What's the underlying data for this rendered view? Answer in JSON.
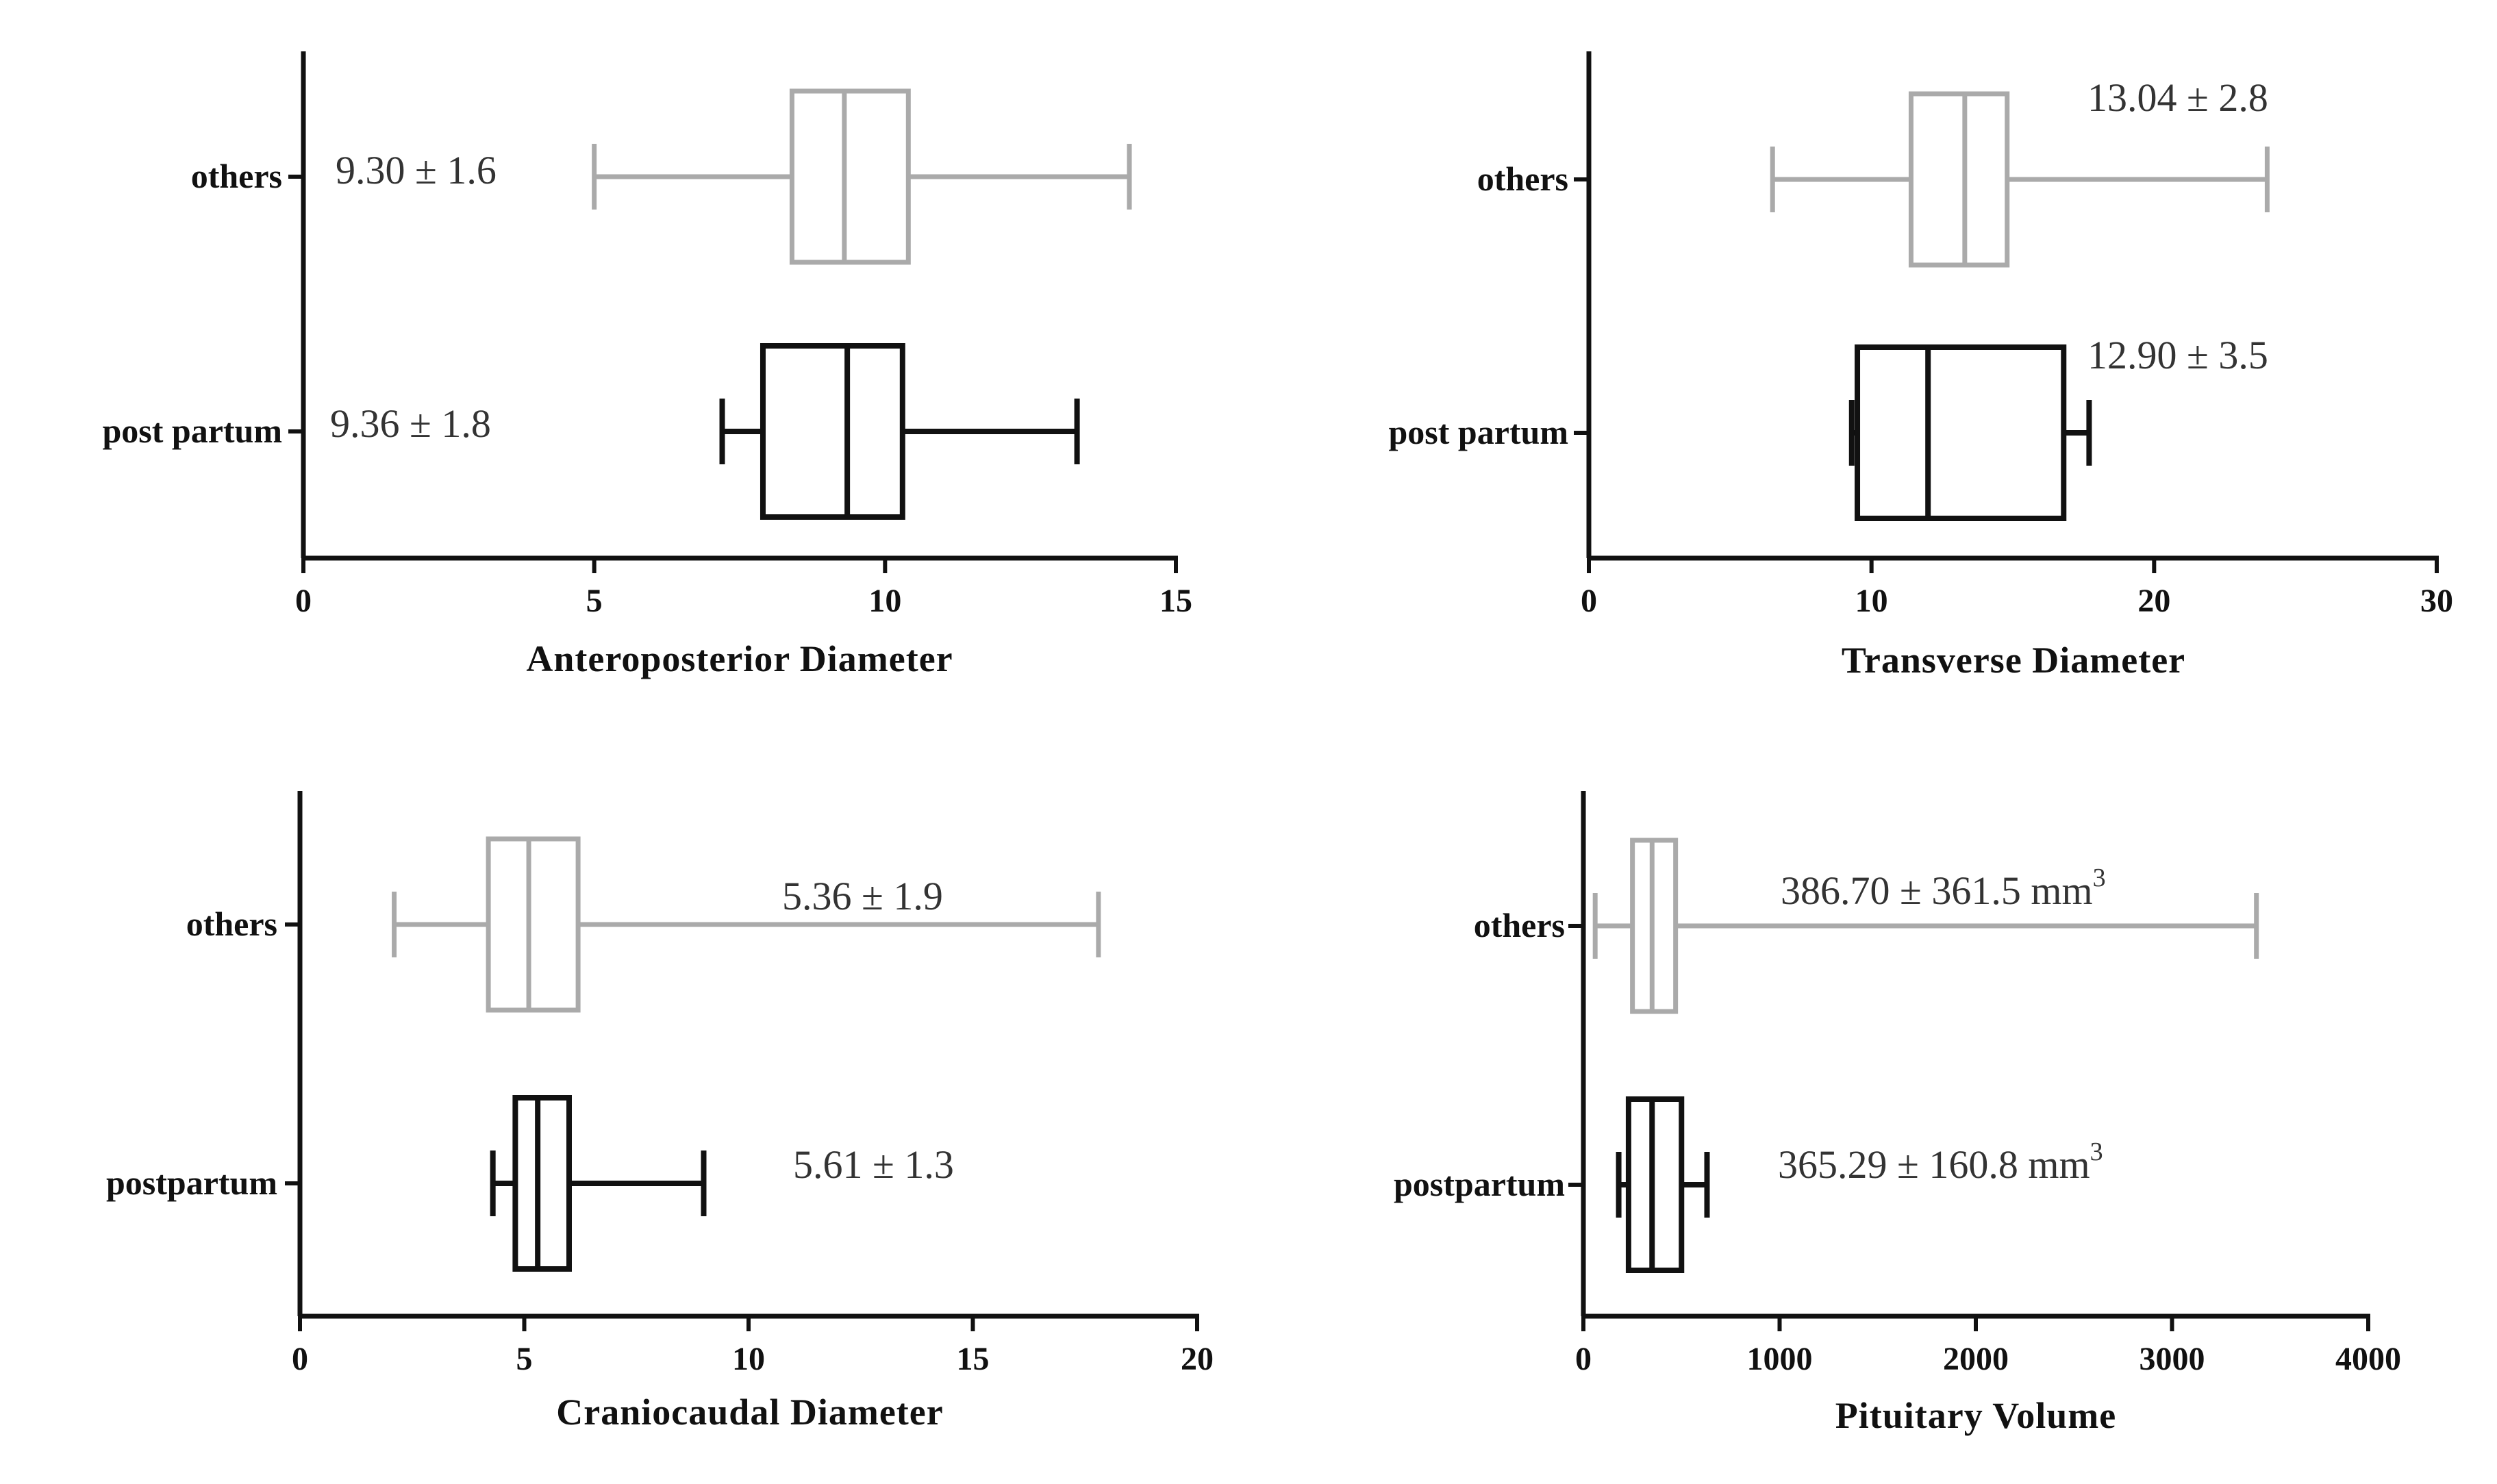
{
  "colors": {
    "others": "#aaaaaa",
    "postpartum": "#111111",
    "axis": "#111111",
    "annotation": "#333333"
  },
  "chart_data": [
    {
      "type": "boxplot",
      "xlabel": "Anteroposterior Diameter",
      "xlim": [
        0,
        15
      ],
      "xticks": [
        "0",
        "5",
        "10",
        "15"
      ],
      "xtick_values": [
        0,
        5,
        10,
        15
      ],
      "categories": [
        "others",
        "post partum"
      ],
      "series": [
        {
          "name": "others",
          "color": "#aaaaaa",
          "min": 5.0,
          "q1": 8.4,
          "median": 9.3,
          "q3": 10.4,
          "max": 14.2,
          "annotation": "9.30 ± 1.6"
        },
        {
          "name": "post partum",
          "color": "#111111",
          "min": 7.2,
          "q1": 7.9,
          "median": 9.35,
          "q3": 10.3,
          "max": 13.3,
          "annotation": "9.36 ± 1.8"
        }
      ]
    },
    {
      "type": "boxplot",
      "xlabel": "Transverse Diameter",
      "xlim": [
        0,
        30
      ],
      "xticks": [
        "0",
        "10",
        "20",
        "30"
      ],
      "xtick_values": [
        0,
        10,
        20,
        30
      ],
      "categories": [
        "others",
        "post partum"
      ],
      "series": [
        {
          "name": "others",
          "color": "#aaaaaa",
          "min": 6.5,
          "q1": 11.4,
          "median": 13.3,
          "q3": 14.8,
          "max": 24.0,
          "annotation": "13.04 ± 2.8"
        },
        {
          "name": "post partum",
          "color": "#111111",
          "min": 9.3,
          "q1": 9.5,
          "median": 12.0,
          "q3": 16.8,
          "max": 17.7,
          "annotation": "12.90 ± 3.5"
        }
      ]
    },
    {
      "type": "boxplot",
      "xlabel": "Craniocaudal Diameter",
      "xlim": [
        0,
        20
      ],
      "xticks": [
        "0",
        "5",
        "10",
        "15",
        "20"
      ],
      "xtick_values": [
        0,
        5,
        10,
        15,
        20
      ],
      "categories": [
        "others",
        "postpartum"
      ],
      "series": [
        {
          "name": "others",
          "color": "#aaaaaa",
          "min": 2.1,
          "q1": 4.2,
          "median": 5.1,
          "q3": 6.2,
          "max": 17.8,
          "annotation": "5.36 ± 1.9"
        },
        {
          "name": "postpartum",
          "color": "#111111",
          "min": 4.3,
          "q1": 4.8,
          "median": 5.3,
          "q3": 6.0,
          "max": 9.0,
          "annotation": "5.61 ± 1.3"
        }
      ]
    },
    {
      "type": "boxplot",
      "xlabel": "Pituitary Volume",
      "xlim": [
        0,
        4000
      ],
      "xticks": [
        "0",
        "1000",
        "2000",
        "3000",
        "4000"
      ],
      "xtick_values": [
        0,
        1000,
        2000,
        3000,
        4000
      ],
      "categories": [
        "others",
        "postpartum"
      ],
      "series": [
        {
          "name": "others",
          "color": "#aaaaaa",
          "min": 60,
          "q1": 250,
          "median": 350,
          "q3": 470,
          "max": 3430,
          "annotation": "386.70 ± 361.5 mm",
          "annotation_sup": "3"
        },
        {
          "name": "postpartum",
          "color": "#111111",
          "min": 180,
          "q1": 230,
          "median": 350,
          "q3": 500,
          "max": 630,
          "annotation": "365.29 ± 160.8 mm",
          "annotation_sup": "3"
        }
      ]
    }
  ]
}
